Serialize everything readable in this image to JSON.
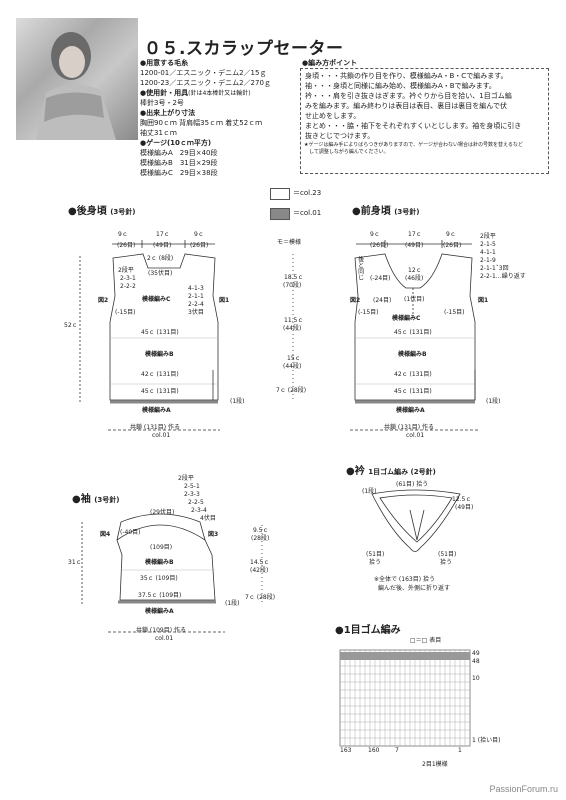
{
  "header": {
    "title": "０５.スカラップセーター",
    "materials_heading": "●用意する毛糸",
    "yarns": [
      "1200-01／エスニック・デニム2／15ｇ",
      "1200-23／エスニック・デニム2／270ｇ"
    ],
    "tools_heading": "●使用針・用具",
    "tools_note": "(針は4本棒針又は輪針)",
    "needles": "棒針3号・2号",
    "size_heading": "●出来上がり寸法",
    "size_line1": "胸囲90ｃｍ 背肩幅35ｃｍ 着丈52ｃｍ",
    "size_line2": "袖丈31ｃｍ",
    "gauge_heading": "●ゲージ(10ｃｍ平方)",
    "gauges": [
      {
        "pattern": "模様編みA",
        "value": "29目×40段"
      },
      {
        "pattern": "模様編みB",
        "value": "31目×29段"
      },
      {
        "pattern": "模様編みC",
        "value": "29目×38段"
      }
    ]
  },
  "points": {
    "heading": "●編み方ポイント",
    "lines": [
      "身頃・・・共鎖の作り目を作り、模様編みA・B・Cで編みます。",
      "袖・・・身頃と同様に編み始め、模様編みA・Bで編みます。",
      "衿・・・肩を引き抜きはぎます。衿ぐりから目を拾い、1目ゴム編",
      "みを編みます。編み終わりは表目は表目、裏目は裏目を編んで伏",
      "せ止めをします。",
      "まとめ・・・脇・袖下をそれぞれすくいとじします。袖を身頃に引き",
      "抜きとじでつけます。"
    ],
    "footnote1": "★ゲージは編み手によりばらつきがありますので、ゲージが合わない場合は針の号数を替えるなど",
    "footnote2": "　して調整しながら編んでください。"
  },
  "legend": {
    "white": "＝col.23",
    "gray": "＝col.01"
  },
  "back": {
    "heading": "●後身頃",
    "needle": "(3号針)",
    "top_widths": [
      "9ｃ",
      "17ｃ",
      "9ｃ"
    ],
    "top_stitches": [
      "(26目)",
      "(49目)",
      "(26目)"
    ],
    "neck_top": "2ｃ",
    "neck_rows": "(8段)",
    "neck_st": "(35伏目)",
    "dec_left": [
      "2段平",
      "2-3-1",
      "2-2-2"
    ],
    "dec_right": [
      "4-1-3",
      "2-1-1",
      "2-2-4",
      "3伏目"
    ],
    "pattern_c": "模様編みC",
    "fig2": "図2",
    "fig1": "図1",
    "minus15": "(-15目)",
    "w45a": "45ｃ (131目)",
    "pattern_b": "模様編みB",
    "w42": "42ｃ (131目)",
    "w45b": "45ｃ (131目)",
    "row1": "(1段)",
    "pattern_a": "模様編みA",
    "cast_on": "共鎖 (131目) 作る",
    "cast_col": "col.01",
    "height": "52ｃ"
  },
  "mid": {
    "label": "モ＝模様",
    "dims": [
      {
        "cm": "18.5ｃ",
        "rows": "(70段)"
      },
      {
        "cm": "11.5ｃ",
        "rows": "(44段)"
      },
      {
        "cm": "15ｃ",
        "rows": "(44段)"
      },
      {
        "cm": "7ｃ",
        "rows": "(28段)"
      }
    ]
  },
  "front": {
    "heading": "●前身頃",
    "needle": "(3号針)",
    "top_widths": [
      "9ｃ",
      "17ｃ",
      "9ｃ"
    ],
    "top_stitches": [
      "(26目)",
      "(49目)",
      "(26目)"
    ],
    "dec_right": [
      "2段平",
      "2-1-5",
      "4-1-1",
      "2-1-9",
      "2-1-1ˇ3回",
      "2-2-1…繰り返す"
    ],
    "neck_side": "後と同じ",
    "neck_dec": "(-24目)",
    "center": "12ｃ",
    "center_st": "(46段)",
    "center_bottom": "(1伏目)",
    "neck_dec2": "(24目)",
    "fig2": "図2",
    "fig1": "図1",
    "minus15a": "(-15目)",
    "minus15b": "(-15目)",
    "pattern_c": "模様編みC",
    "w45a": "45ｃ (131目)",
    "pattern_b": "模様編みB",
    "w42": "42ｃ (131目)",
    "w45b": "45ｃ (131目)",
    "row1": "(1段)",
    "pattern_a": "模様編みA",
    "cast_on": "共鎖 (131目) 作る",
    "cast_col": "col.01"
  },
  "sleeve": {
    "heading": "●袖",
    "needle": "(3号針)",
    "dec_right": [
      "2段平",
      "2-5-1",
      "2-3-3",
      "2-2-5",
      "2-3-4",
      "4伏目"
    ],
    "top_st": "(29伏目)",
    "minus40": "(-40目)",
    "fig4": "図4",
    "fig3": "図3",
    "w109": "(109目)",
    "pattern_b": "模様編みB",
    "w35": "35ｃ (109目)",
    "w375": "37.5ｃ (109目)",
    "row1": "(1段)",
    "pattern_a": "模様編みA",
    "cast_on": "共鎖 (109目) 作る",
    "cast_col": "col.01",
    "height": "31ｃ",
    "dims": [
      {
        "cm": "9.5ｃ",
        "rows": "(28段)"
      },
      {
        "cm": "14.5ｃ",
        "rows": "(42段)"
      },
      {
        "cm": "7ｃ",
        "rows": "(28段)"
      }
    ]
  },
  "collar": {
    "heading": "●衿",
    "subtitle": "1目ゴム編み (2号針)",
    "row1": "(1段)",
    "top_pick": "(61目) 拾う",
    "right_w": "12.5ｃ",
    "right_st": "(49目)",
    "left_pick": "(51目)",
    "left_pick2": "拾う",
    "right_pick": "(51目)",
    "right_pick2": "拾う",
    "note1": "※全体で (163目) 拾う",
    "note2": "編んだ後、外側に折り返す"
  },
  "rib": {
    "heading": "●1目ゴム編み",
    "legend": "□＝□ 表目",
    "row49": "49",
    "row48": "48",
    "row10": "10",
    "row1": "1 (拾い目)",
    "cols": [
      "163",
      "160",
      "7",
      "1"
    ],
    "repeat": "2目1模様"
  },
  "watermark": "PassionForum.ru"
}
